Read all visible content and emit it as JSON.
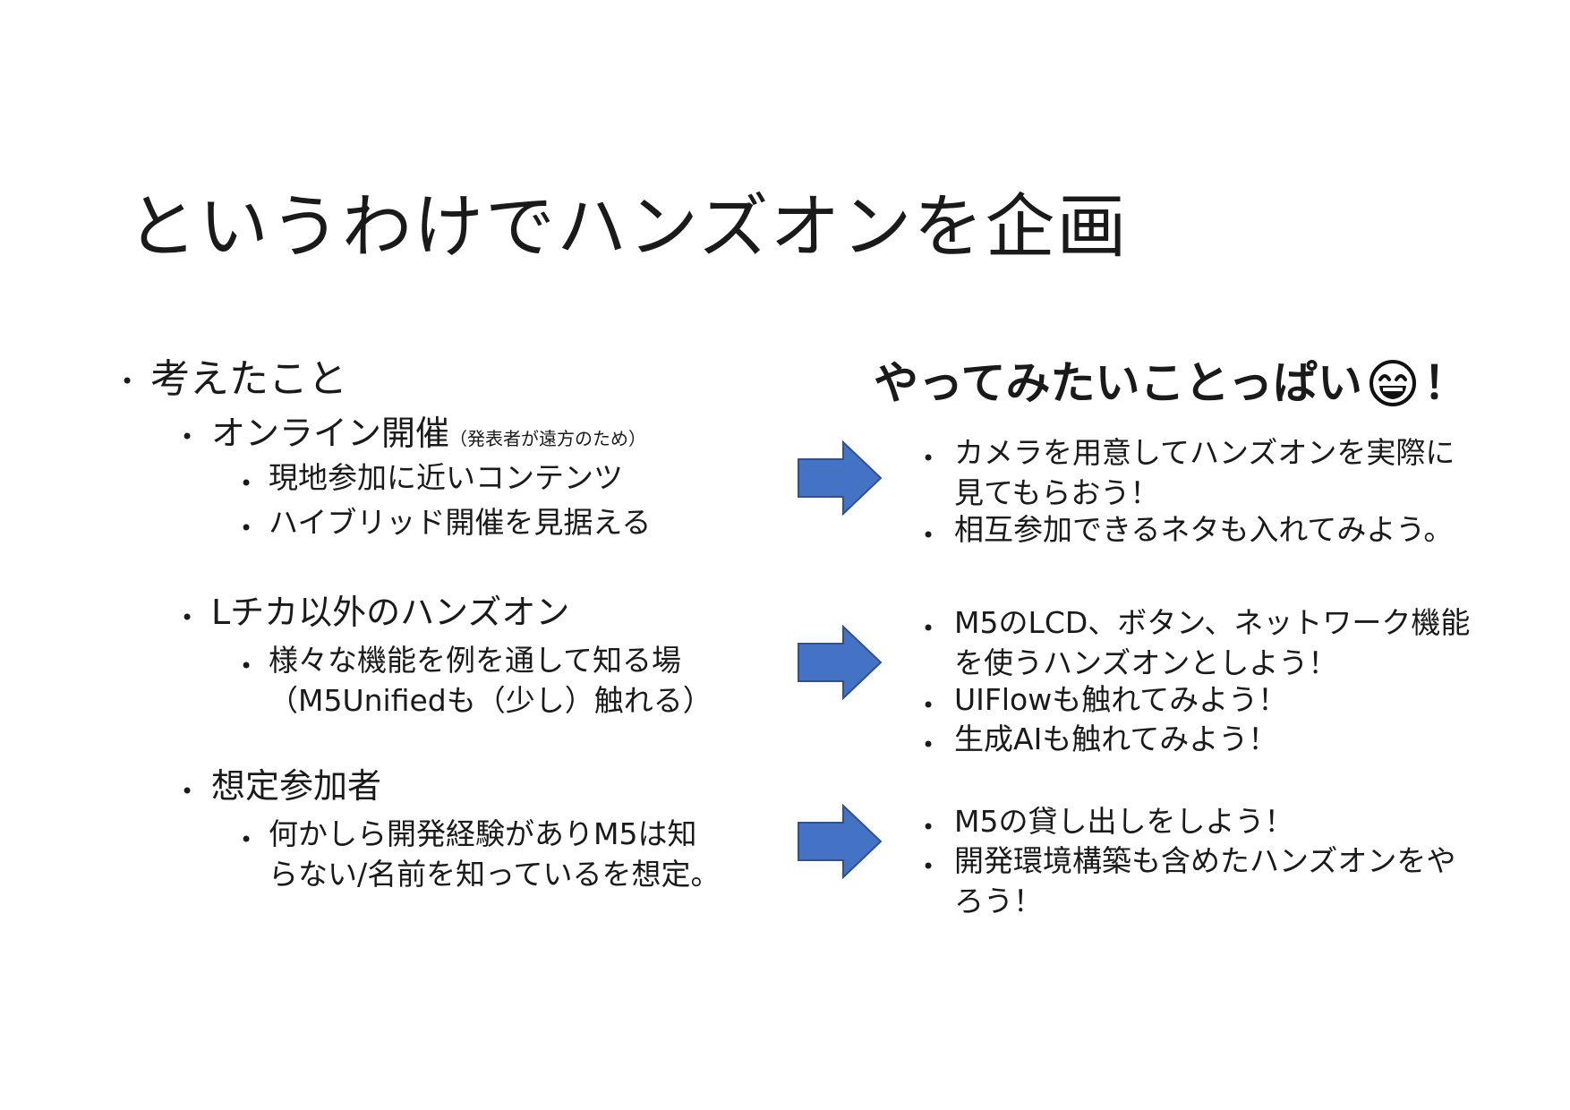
{
  "slide": {
    "title": "というわけでハンズオンを企画"
  },
  "left": {
    "heading": "考えたこと",
    "sections": [
      {
        "label": "オンライン開催",
        "note": "（発表者が遠方のため）",
        "items": [
          "現地参加に近いコンテンツ",
          "ハイブリッド開催を見据える"
        ]
      },
      {
        "label": "Lチカ以外のハンズオン",
        "items": [
          {
            "line1": "様々な機能を例を通して知る場",
            "line2": "（M5Unifiedも（少し）触れる）"
          }
        ]
      },
      {
        "label": "想定参加者",
        "items": [
          {
            "line1": "何かしら開発経験がありM5は知",
            "line2": "らない/名前を知っているを想定。"
          }
        ]
      }
    ]
  },
  "right": {
    "heading_text": "やってみたいことっぱい",
    "heading_exclaim": "！",
    "groups": [
      {
        "items": [
          {
            "line1": "カメラを用意してハンズオンを実際に",
            "line2": "見てもらおう！"
          },
          {
            "line1": "相互参加できるネタも入れてみよう。"
          }
        ]
      },
      {
        "items": [
          {
            "line1": "M5のLCD、ボタン、ネットワーク機能",
            "line2": "を使うハンズオンとしよう！"
          },
          {
            "line1": "UIFlowも触れてみよう！"
          },
          {
            "line1": "生成AIも触れてみよう！"
          }
        ]
      },
      {
        "items": [
          {
            "line1": "M5の貸し出しをしよう！"
          },
          {
            "line1": "開発環境構築も含めたハンズオンをや",
            "line2": "ろう！"
          }
        ]
      }
    ]
  },
  "colors": {
    "arrow_fill": "#4472C4",
    "arrow_stroke": "#2F528F",
    "text": "#1a1a1a"
  },
  "icons": {
    "bullet": "bullet-dot-icon",
    "arrow": "right-arrow-icon",
    "emoji": "grinning-face-icon"
  }
}
